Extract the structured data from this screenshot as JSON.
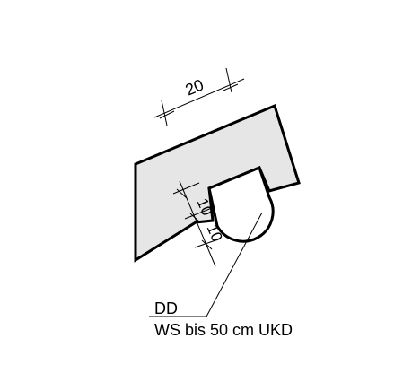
{
  "dimensions": {
    "top": "20",
    "side_upper": "10",
    "side_lower": "10"
  },
  "callout": {
    "line1": "DD",
    "line2": "WS bis 50 cm UKD"
  },
  "colors": {
    "fill": "#e6e6e6",
    "stroke": "#000000",
    "background": "#ffffff"
  }
}
